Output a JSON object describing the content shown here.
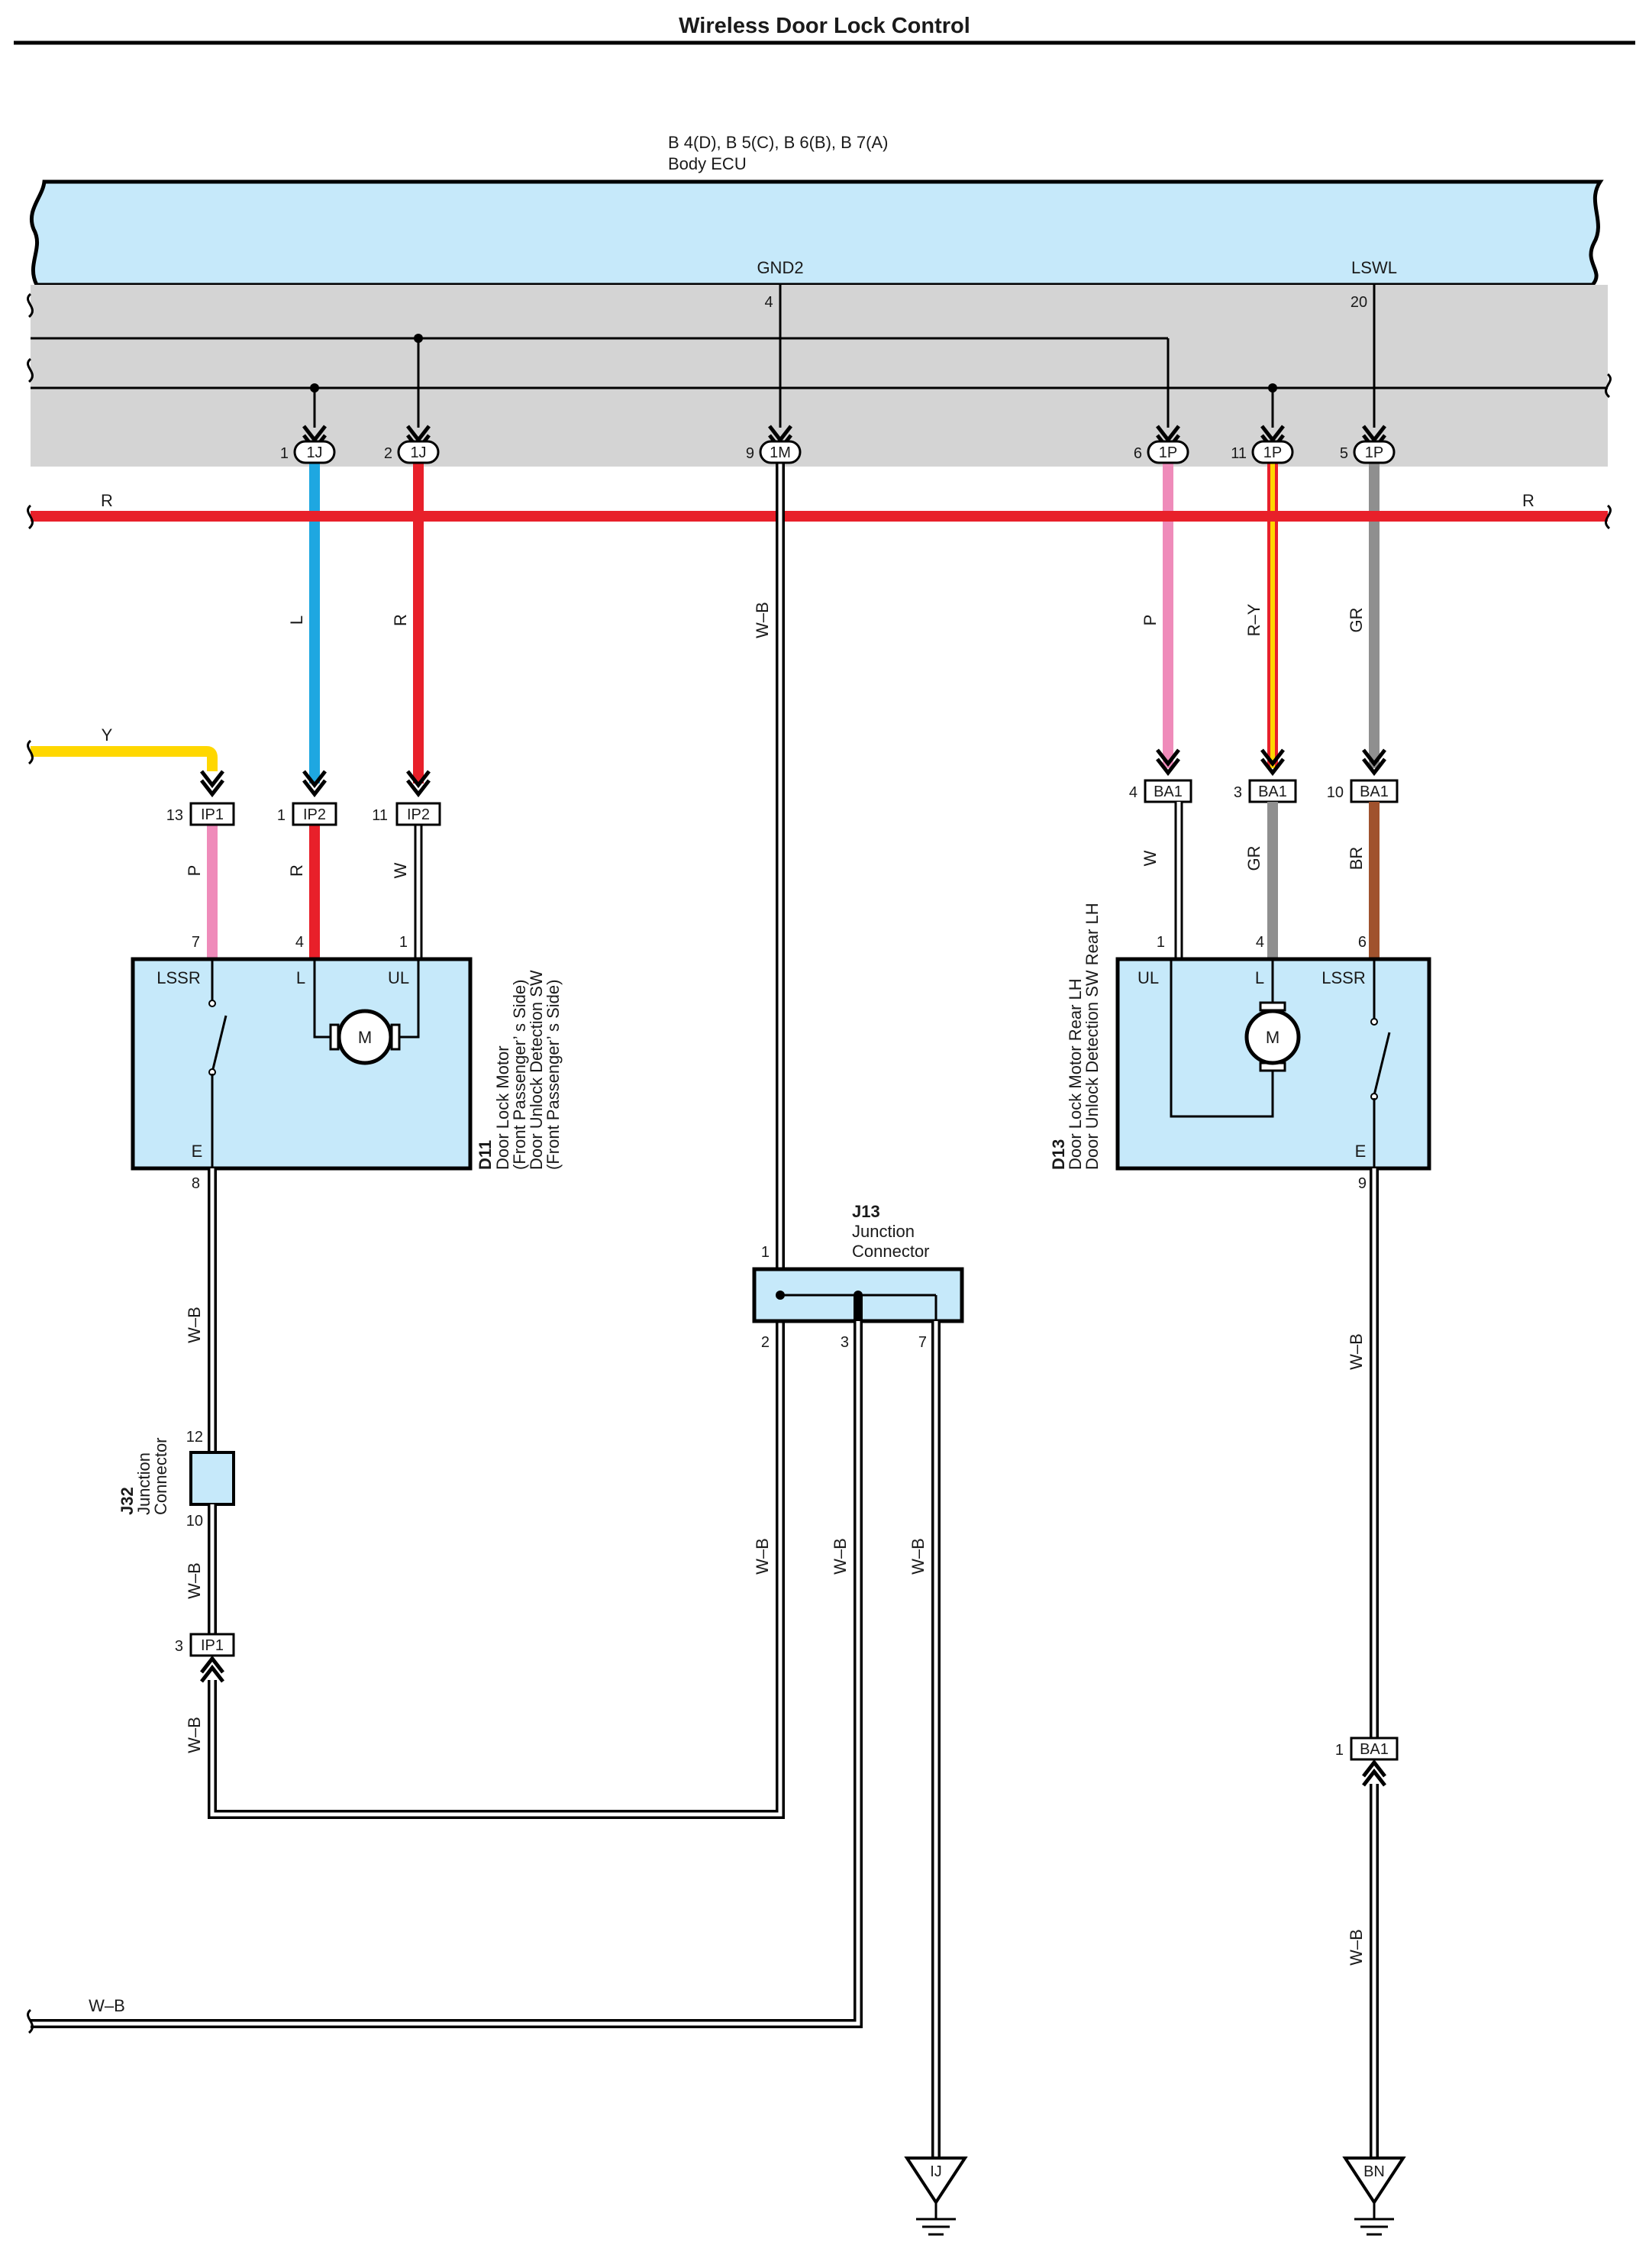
{
  "title": "Wireless Door Lock Control",
  "ecu": {
    "code": "B 4(D), B 5(C), B 6(B), B 7(A)",
    "name": "Body ECU",
    "terminals": {
      "gnd2": "GND2",
      "gnd2_pin": "4",
      "lswl": "LSWL",
      "lswl_pin": "20"
    }
  },
  "connectors": {
    "c1": {
      "pin": "1",
      "code": "1J"
    },
    "c2": {
      "pin": "2",
      "code": "1J"
    },
    "c3": {
      "pin": "9",
      "code": "1M"
    },
    "c4": {
      "pin": "6",
      "code": "1P"
    },
    "c5": {
      "pin": "11",
      "code": "1P"
    },
    "c6": {
      "pin": "5",
      "code": "1P"
    },
    "c7": {
      "pin": "13",
      "code": "IP1"
    },
    "c8": {
      "pin": "1",
      "code": "IP2"
    },
    "c9": {
      "pin": "11",
      "code": "IP2"
    },
    "c10": {
      "pin": "4",
      "code": "BA1"
    },
    "c11": {
      "pin": "3",
      "code": "BA1"
    },
    "c12": {
      "pin": "10",
      "code": "BA1"
    },
    "c13": {
      "pin": "3",
      "code": "IP1"
    },
    "c14": {
      "pin": "1",
      "code": "BA1"
    }
  },
  "wires": {
    "r_left": "R",
    "r_right": "R",
    "y": "Y",
    "l_upper": "L",
    "r_upper": "R",
    "wb_main": "W–B",
    "p_upper": "P",
    "ry_upper": "R–Y",
    "gr_upper": "GR",
    "p_lower": "P",
    "r_lower": "R",
    "w_lower": "W",
    "w_rear": "W",
    "gr_rear": "GR",
    "br_rear": "BR",
    "wb_d11": "W–B",
    "wb_j32": "W–B",
    "wb_ip1": "W–B",
    "wb_j13_2": "W–B",
    "wb_j13_3": "W–B",
    "wb_j13_7": "W–B",
    "wb_d13": "W–B",
    "wb_ba1": "W–B",
    "wb_bottom": "W–B"
  },
  "d11": {
    "code": "D11",
    "desc": [
      "Door Lock Motor",
      "(Front Passenger’ s Side)",
      "Door Unlock Detection SW",
      "(Front Passenger’ s Side)"
    ],
    "pins": {
      "lssr": "7",
      "l": "4",
      "ul": "1",
      "e": "8"
    },
    "terms": {
      "lssr": "LSSR",
      "l": "L",
      "ul": "UL",
      "e": "E"
    },
    "motor": "M"
  },
  "d13": {
    "code": "D13",
    "desc": [
      "Door Lock Motor Rear LH",
      "Door Unlock Detection SW Rear LH"
    ],
    "pins": {
      "ul": "1",
      "l": "4",
      "lssr": "6",
      "e": "9"
    },
    "terms": {
      "ul": "UL",
      "l": "L",
      "lssr": "LSSR",
      "e": "E"
    },
    "motor": "M"
  },
  "j13": {
    "code": "J13",
    "name": [
      "Junction",
      "Connector"
    ],
    "pins": {
      "p1": "1",
      "p2": "2",
      "p3": "3",
      "p7": "7"
    }
  },
  "j32": {
    "code": "J32",
    "name": [
      "Junction",
      "Connector"
    ],
    "pins": {
      "p12": "12",
      "p10": "10"
    }
  },
  "grounds": {
    "g1": "IJ",
    "g2": "BN"
  },
  "colors": {
    "ecu_fill": "#c6e9fa",
    "shield": "#d4d4d4",
    "red": "#e8202a",
    "blue": "#1ea7e1",
    "yellow": "#ffd700",
    "pink": "#ef8bba",
    "gray": "#8f8f8f",
    "brown": "#a0522d"
  }
}
